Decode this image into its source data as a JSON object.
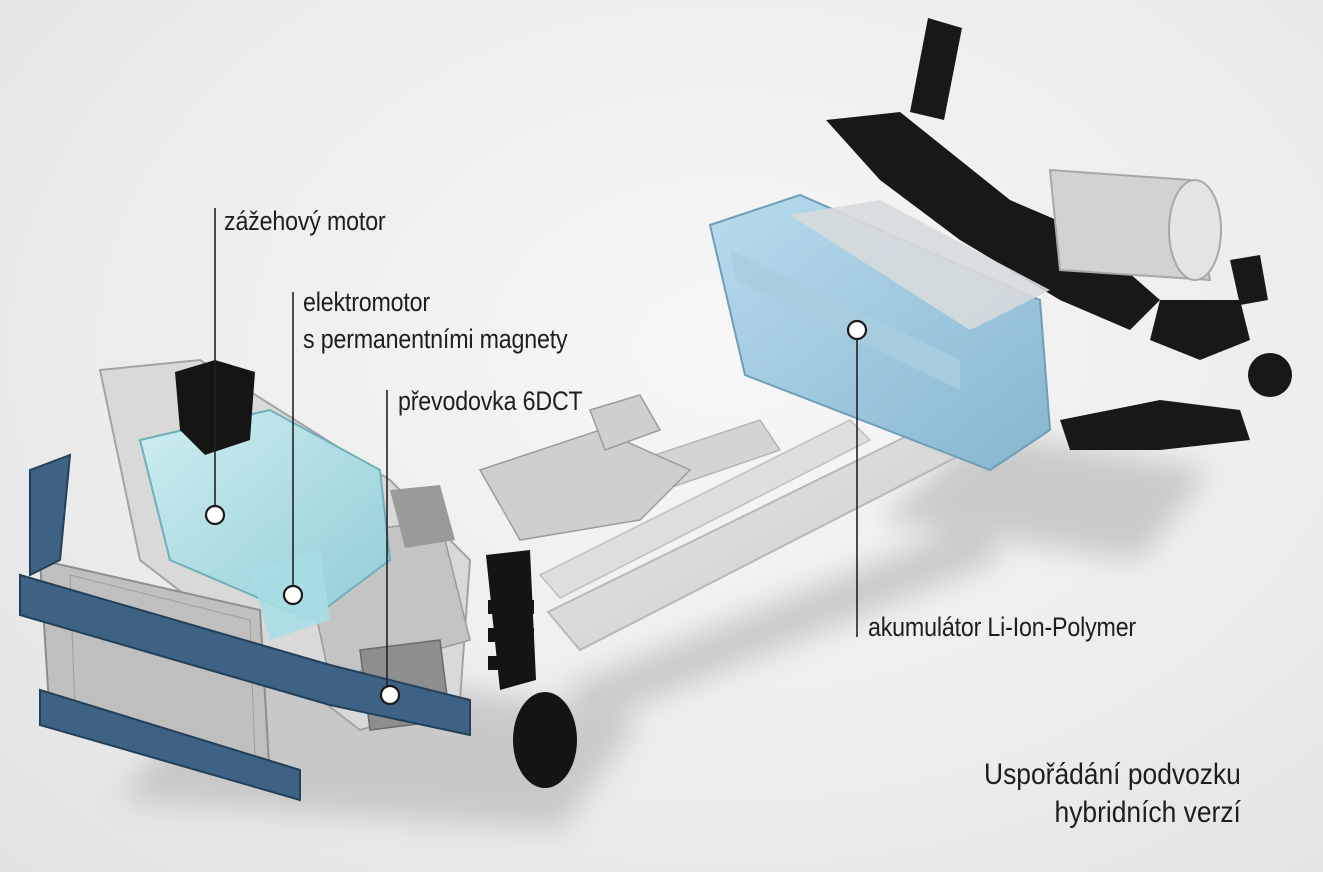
{
  "labels": {
    "engine": "zážehový motor",
    "emotor_line1": "elektromotor",
    "emotor_line2": "s permanentními magnety",
    "gearbox": "převodovka 6DCT",
    "battery": "akumulátor Li-Ion-Polymer"
  },
  "caption": {
    "line1": "Uspořádání podvozku",
    "line2": "hybridních verzí"
  },
  "colors": {
    "background": "#ececec",
    "engine_cover": "#a9dbe0",
    "battery": "#9ec8de",
    "bumper": "#3a5d7c",
    "suspension": "#141414",
    "callout_line": "#222222"
  }
}
